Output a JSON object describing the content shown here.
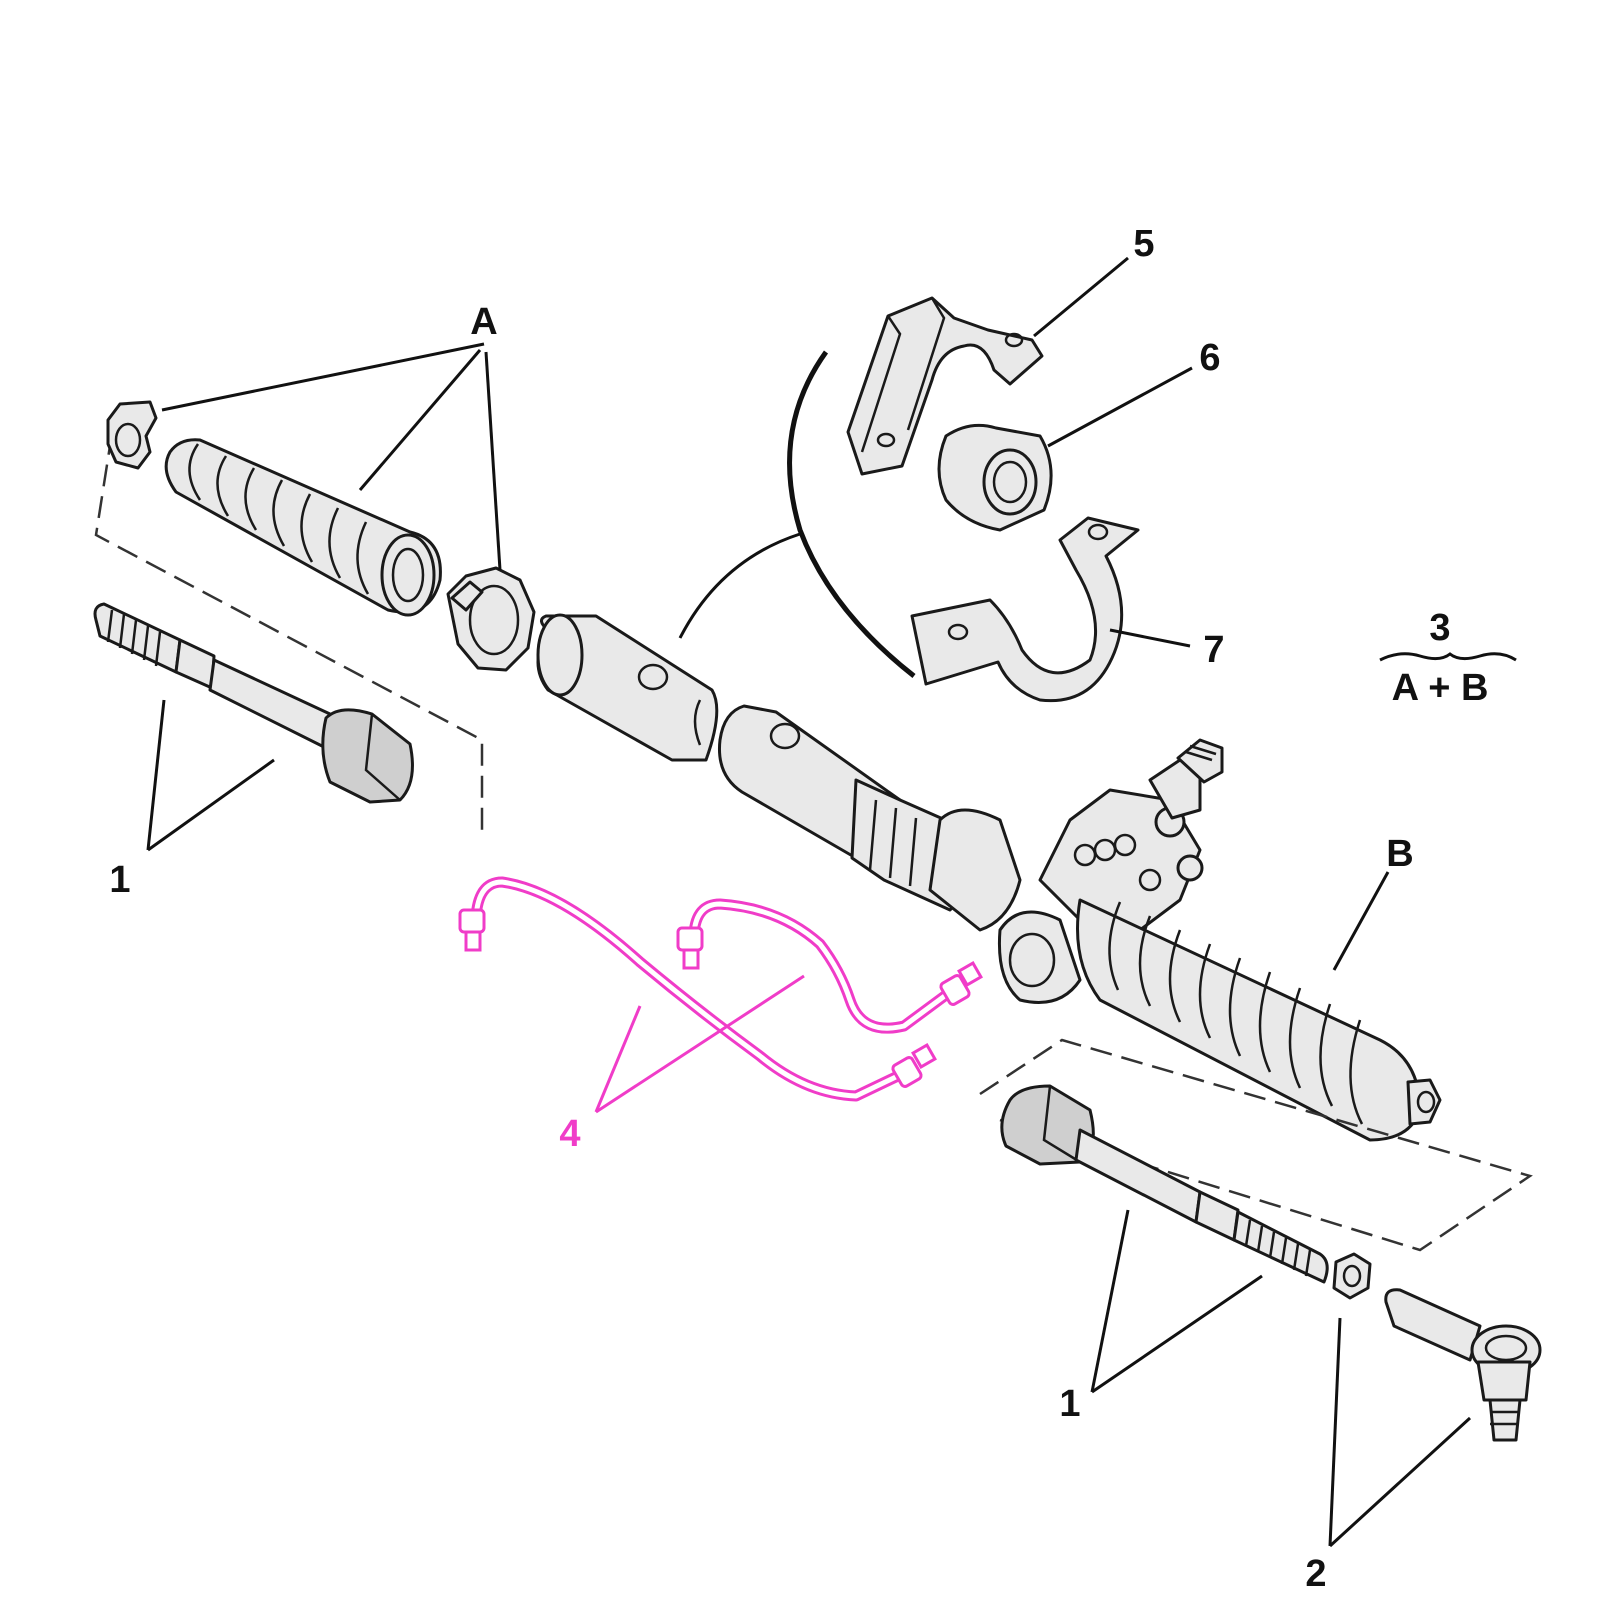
{
  "labels": {
    "A": "A",
    "B": "B",
    "item1_left": "1",
    "item1_right": "1",
    "item2": "2",
    "item3_top": "3",
    "item3_bottom": "A + B",
    "item4": "4",
    "item5": "5",
    "item6": "6",
    "item7": "7"
  },
  "colors": {
    "highlight": "#f03cc8",
    "line": "#1a1a1a",
    "part_fill": "#e9e9e9"
  }
}
